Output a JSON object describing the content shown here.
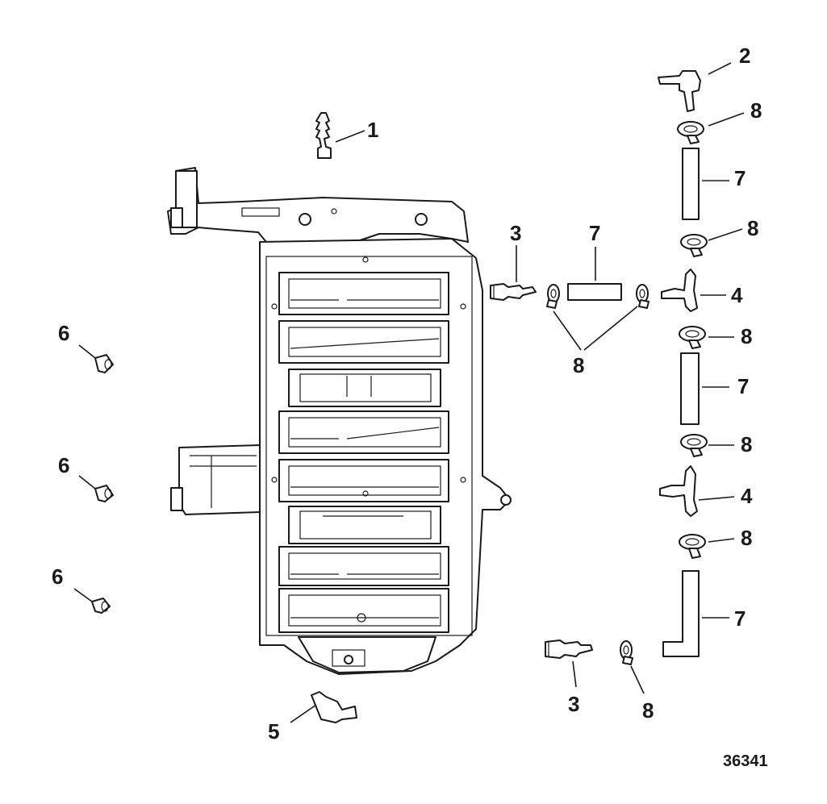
{
  "figure_number": "36341",
  "callouts": {
    "c1": "1",
    "c2": "2",
    "c3a": "3",
    "c3b": "3",
    "c4a": "4",
    "c4b": "4",
    "c5": "5",
    "c6a": "6",
    "c6b": "6",
    "c6c": "6",
    "c7a": "7",
    "c7b": "7",
    "c7c": "7",
    "c7d": "7",
    "c8a": "8",
    "c8b": "8",
    "c8c": "8",
    "c8d": "8",
    "c8e": "8",
    "c8f": "8",
    "c8g": "8"
  }
}
